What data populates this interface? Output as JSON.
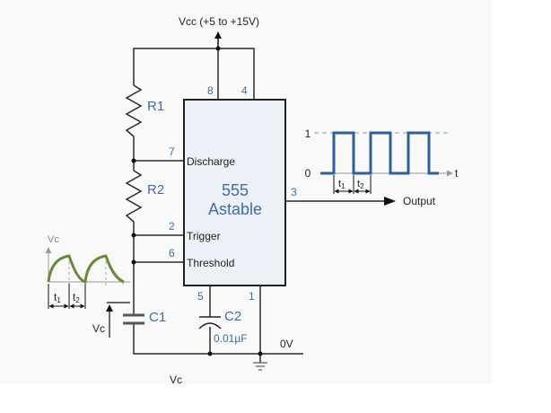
{
  "title": "555 Astable Circuit",
  "colors": {
    "background": "#f9f9f9",
    "wire": "#2b2b2b",
    "label_blue": "#3b6ea8",
    "ic_fill": "#edf1f7",
    "waveform_blue": "#2e5f9e",
    "capacitor_curve": "#6a8a3a"
  },
  "supply": {
    "label": "Vcc (+5 to +15V)"
  },
  "ground": {
    "label": "0V"
  },
  "ic": {
    "line1": "555",
    "line2": "Astable",
    "pins": {
      "discharge": {
        "number": "7",
        "label": "Discharge"
      },
      "trigger": {
        "number": "2",
        "label": "Trigger"
      },
      "threshold": {
        "number": "6",
        "label": "Threshold"
      },
      "vcc": {
        "number": "8"
      },
      "reset": {
        "number": "4"
      },
      "output": {
        "number": "3"
      },
      "control": {
        "number": "5"
      },
      "gnd": {
        "number": "1"
      }
    }
  },
  "components": {
    "r1": "R1",
    "r2": "R2",
    "c1": "C1",
    "c2": "C2",
    "c2_value": "0.01µF"
  },
  "output": {
    "label": "Output"
  },
  "output_waveform": {
    "high_label": "1",
    "low_label": "0",
    "axis_label": "t",
    "t1": "t",
    "t1_sub": "1",
    "t2": "t",
    "t2_sub": "2"
  },
  "capacitor_waveform": {
    "axis_label": "Vc",
    "t1": "t",
    "t1_sub": "1",
    "t2": "t",
    "t2_sub": "2"
  },
  "vc_arrow_label": "Vc",
  "bottom_label": "Vc"
}
